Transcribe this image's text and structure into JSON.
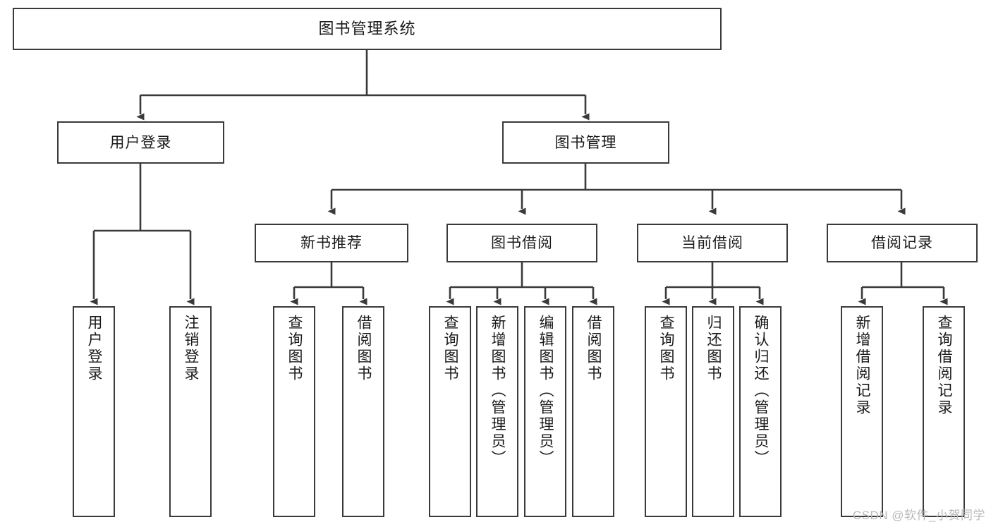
{
  "diagram": {
    "type": "tree",
    "title": "图书管理系统",
    "watermark": "CSDN @软件_小贺同学",
    "colors": {
      "stroke": "#3a3a3a",
      "fill": "#ffffff",
      "text": "#1a1a1a",
      "watermark": "#b9b9b9"
    },
    "nodes": {
      "root": {
        "label": "图书管理系统",
        "orientation": "horizontal"
      },
      "level2": [
        {
          "id": "user-login",
          "label": "用户登录",
          "orientation": "horizontal"
        },
        {
          "id": "book-manage",
          "label": "图书管理",
          "orientation": "horizontal"
        }
      ],
      "level3": [
        {
          "id": "new-book-rec",
          "label": "新书推荐",
          "orientation": "horizontal"
        },
        {
          "id": "book-borrow",
          "label": "图书借阅",
          "orientation": "horizontal"
        },
        {
          "id": "current-borrow",
          "label": "当前借阅",
          "orientation": "horizontal"
        },
        {
          "id": "borrow-record",
          "label": "借阅记录",
          "orientation": "horizontal"
        }
      ],
      "leaves": {
        "user-login": [
          {
            "id": "leaf-user-login",
            "label": "用户登录",
            "orientation": "vertical"
          },
          {
            "id": "leaf-logout-login",
            "label": "注销登录",
            "orientation": "vertical"
          }
        ],
        "new-book-rec": [
          {
            "id": "leaf-query-book-1",
            "label": "查询图书",
            "orientation": "vertical"
          },
          {
            "id": "leaf-borrow-book-1",
            "label": "借阅图书",
            "orientation": "vertical"
          }
        ],
        "book-borrow": [
          {
            "id": "leaf-query-book-2",
            "label": "查询图书",
            "orientation": "vertical"
          },
          {
            "id": "leaf-add-book-admin",
            "label": "新增图书（管理员）",
            "orientation": "vertical"
          },
          {
            "id": "leaf-edit-book-admin",
            "label": "编辑图书（管理员）",
            "orientation": "vertical"
          },
          {
            "id": "leaf-borrow-book-2",
            "label": "借阅图书",
            "orientation": "vertical"
          }
        ],
        "current-borrow": [
          {
            "id": "leaf-query-book-3",
            "label": "查询图书",
            "orientation": "vertical"
          },
          {
            "id": "leaf-return-book",
            "label": "归还图书",
            "orientation": "vertical"
          },
          {
            "id": "leaf-confirm-return-admin",
            "label": "确认归还（管理员）",
            "orientation": "vertical"
          }
        ],
        "borrow-record": [
          {
            "id": "leaf-add-borrow-record",
            "label": "新增借阅记录",
            "orientation": "vertical"
          },
          {
            "id": "leaf-query-borrow-record",
            "label": "查询借阅记录",
            "orientation": "vertical"
          }
        ]
      }
    },
    "edges": [
      {
        "from": "root",
        "to": "user-login"
      },
      {
        "from": "root",
        "to": "book-manage"
      },
      {
        "from": "user-login",
        "to": "leaf-user-login"
      },
      {
        "from": "user-login",
        "to": "leaf-logout-login"
      },
      {
        "from": "book-manage",
        "to": "new-book-rec"
      },
      {
        "from": "book-manage",
        "to": "book-borrow"
      },
      {
        "from": "book-manage",
        "to": "current-borrow"
      },
      {
        "from": "book-manage",
        "to": "borrow-record"
      },
      {
        "from": "new-book-rec",
        "to": "leaf-query-book-1"
      },
      {
        "from": "new-book-rec",
        "to": "leaf-borrow-book-1"
      },
      {
        "from": "book-borrow",
        "to": "leaf-query-book-2"
      },
      {
        "from": "book-borrow",
        "to": "leaf-add-book-admin"
      },
      {
        "from": "book-borrow",
        "to": "leaf-edit-book-admin"
      },
      {
        "from": "book-borrow",
        "to": "leaf-borrow-book-2"
      },
      {
        "from": "current-borrow",
        "to": "leaf-query-book-3"
      },
      {
        "from": "current-borrow",
        "to": "leaf-return-book"
      },
      {
        "from": "current-borrow",
        "to": "leaf-confirm-return-admin"
      },
      {
        "from": "borrow-record",
        "to": "leaf-add-borrow-record"
      },
      {
        "from": "borrow-record",
        "to": "leaf-query-borrow-record"
      }
    ]
  }
}
